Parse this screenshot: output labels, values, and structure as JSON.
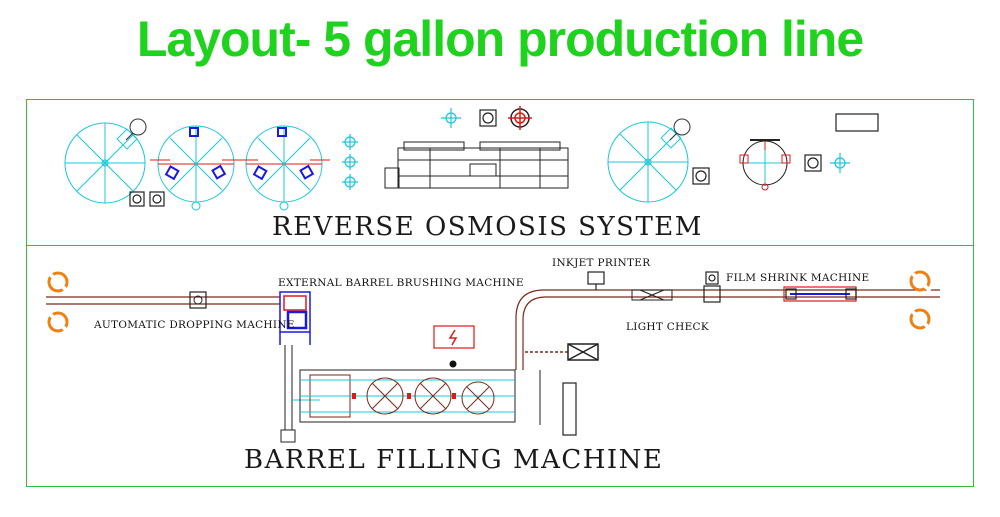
{
  "title": "Layout- 5 gallon production line",
  "sections": {
    "ro": {
      "label": "REVERSE OSMOSIS SYSTEM"
    },
    "filling": {
      "label": "BARREL FILLING MACHINE"
    }
  },
  "machines": {
    "brushing": "EXTERNAL BARREL BRUSHING MACHINE",
    "dropping": "AUTOMATIC DROPPING MACHINE",
    "inkjet": "INKJET PRINTER",
    "shrink": "FILM SHRINK MACHINE",
    "light": "LIGHT CHECK"
  },
  "colors": {
    "title": "#1ed21e",
    "frame": "#2fbf3a",
    "cyan": "#19c8d8",
    "red": "#e01818",
    "orange": "#f08010",
    "blue": "#1a1ae0"
  }
}
